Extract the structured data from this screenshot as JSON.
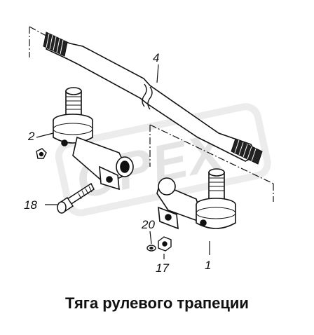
{
  "diagram": {
    "callouts": [
      {
        "id": "1",
        "text": "1"
      },
      {
        "id": "2",
        "text": "2"
      },
      {
        "id": "4",
        "text": "4"
      },
      {
        "id": "17",
        "text": "17"
      },
      {
        "id": "18",
        "text": "18"
      },
      {
        "id": "20",
        "text": "20"
      }
    ],
    "watermark": "OPEX"
  },
  "caption": "Тяга рулевого трапеции"
}
